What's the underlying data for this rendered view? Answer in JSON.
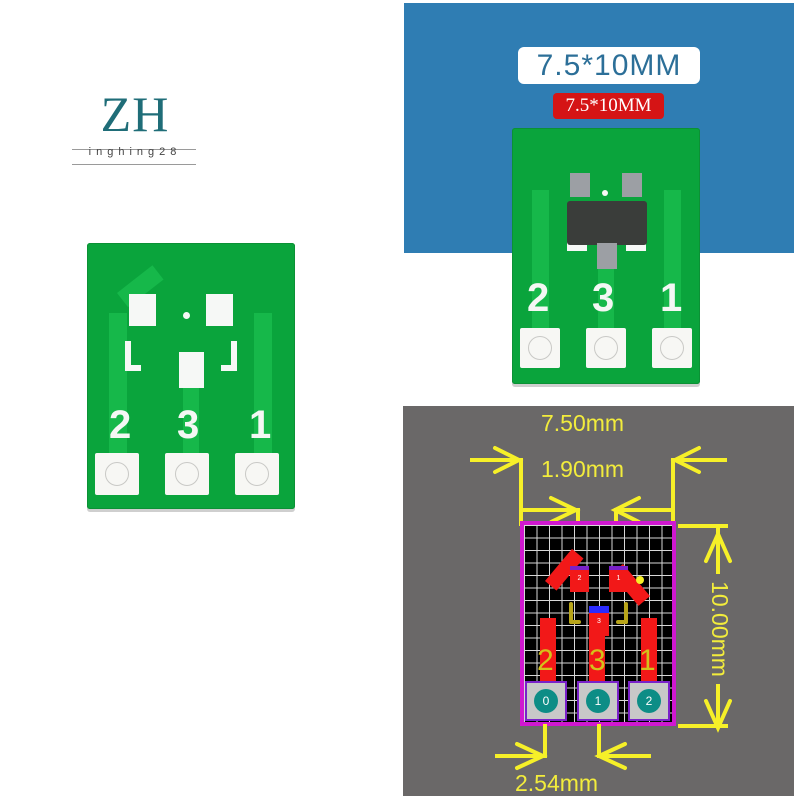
{
  "logo": {
    "mark": "ZH",
    "subtitle": "inghing28",
    "color": "#1f6d78"
  },
  "left_board": {
    "pin_labels": [
      "2",
      "3",
      "1"
    ],
    "board_color": "#0aa43c"
  },
  "product_photo": {
    "background_color": "#2f7db3",
    "size_label_primary": "7.5*10MM",
    "size_label_secondary": "7.5*10MM",
    "pin_labels": [
      "2",
      "3",
      "1"
    ]
  },
  "diagram": {
    "background_color": "#6a6868",
    "dimension_color": "#f2ec3c",
    "width_label": "7.50mm",
    "pad_spacing_top_label": "1.90mm",
    "height_label": "10.00mm",
    "pitch_label": "2.54mm",
    "smd_pad_labels": [
      "2",
      "1",
      "3"
    ],
    "silk_pin_labels": [
      "2",
      "3",
      "1"
    ],
    "through_hole_labels": [
      "0",
      "1",
      "2"
    ]
  }
}
